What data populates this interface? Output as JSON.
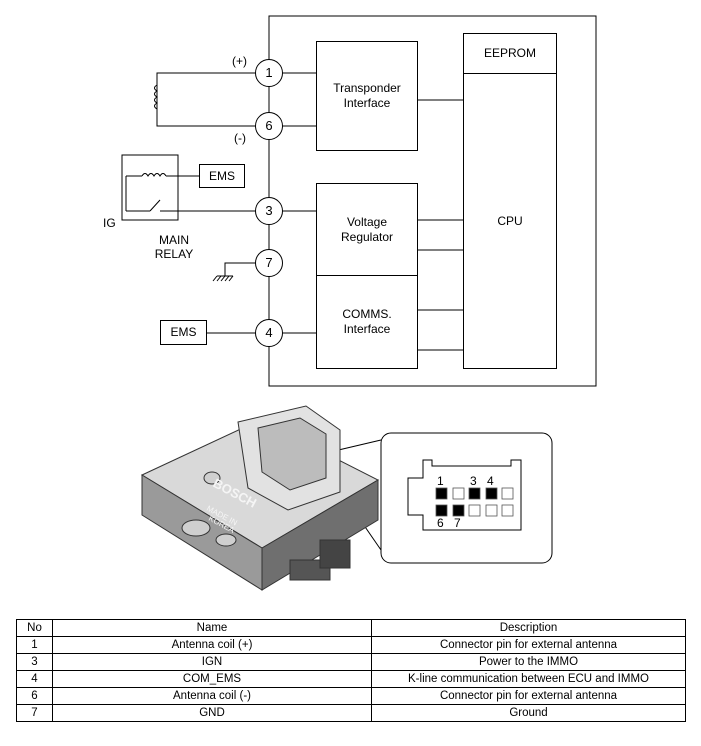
{
  "diagram": {
    "pins": [
      {
        "id": "pin-1",
        "label": "1"
      },
      {
        "id": "pin-6",
        "label": "6"
      },
      {
        "id": "pin-3",
        "label": "3"
      },
      {
        "id": "pin-7",
        "label": "7"
      },
      {
        "id": "pin-4",
        "label": "4"
      }
    ],
    "plus_label": "(+)",
    "minus_label": "(-)",
    "blocks": {
      "transponder": "Transponder\nInterface",
      "voltage": "Voltage\nRegulator",
      "comms": "COMMS.\nInterface",
      "eeprom": "EEPROM",
      "cpu": "CPU"
    },
    "ems_relay": "EMS",
    "ems_comms": "EMS",
    "ig_label": "IG",
    "main_relay": "MAIN\nRELAY"
  },
  "connector": {
    "pin_numbers_top": [
      "1",
      "3",
      "4"
    ],
    "pin_numbers_bottom": [
      "6",
      "7"
    ],
    "module_brand": "BOSCH",
    "module_made_in": "MADE IN\nKOREA"
  },
  "table": {
    "headers": [
      "No",
      "Name",
      "Description"
    ],
    "rows": [
      [
        "1",
        "Antenna coil (+)",
        "Connector pin for external antenna"
      ],
      [
        "3",
        "IGN",
        "Power to the IMMO"
      ],
      [
        "4",
        "COM_EMS",
        "K-line communication between ECU and IMMO"
      ],
      [
        "6",
        "Antenna coil (-)",
        "Connector pin for external antenna"
      ],
      [
        "7",
        "GND",
        "Ground"
      ]
    ]
  }
}
